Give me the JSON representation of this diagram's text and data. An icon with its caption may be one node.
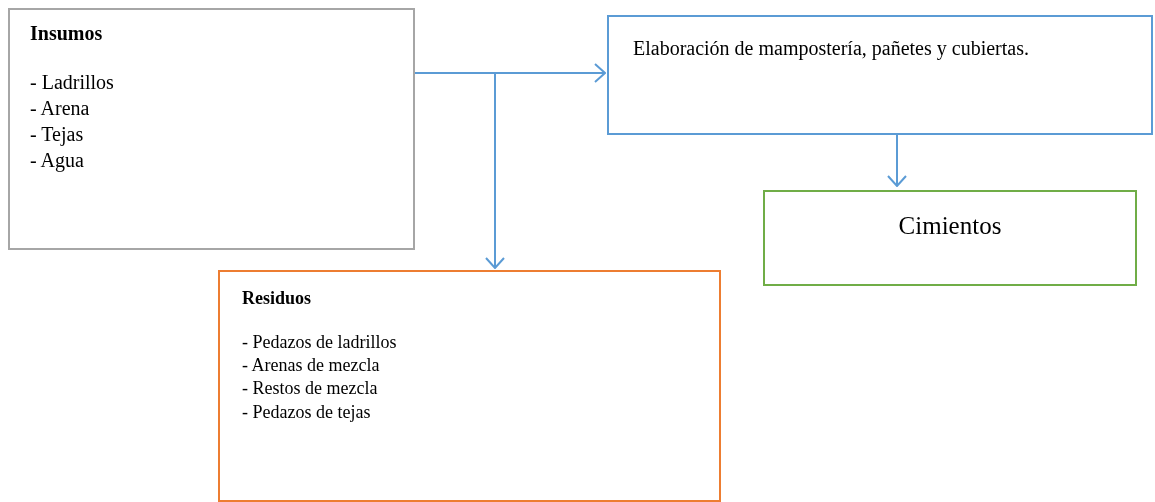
{
  "diagram": {
    "nodes": [
      {
        "text": [
          "Insumos",
          "- Ladrillos",
          "- Arena",
          "- Tejas",
          "- Agua"
        ]
      },
      {
        "text": [
          "Elaboración de mampostería, pañetes y cubiertas."
        ]
      },
      {
        "text": [
          "Cimientos"
        ]
      },
      {
        "text": [
          "Residuos",
          "- Pedazos de ladrillos",
          "- Arenas de mezcla",
          "- Restos de mezcla",
          "- Pedazos de tejas"
        ]
      }
    ],
    "edges": [
      {
        "from": 0,
        "to": 1,
        "arrow": "to"
      },
      {
        "from": 0,
        "to": 3,
        "arrow": "to"
      },
      {
        "from": 1,
        "to": 2,
        "arrow": "to"
      }
    ]
  }
}
